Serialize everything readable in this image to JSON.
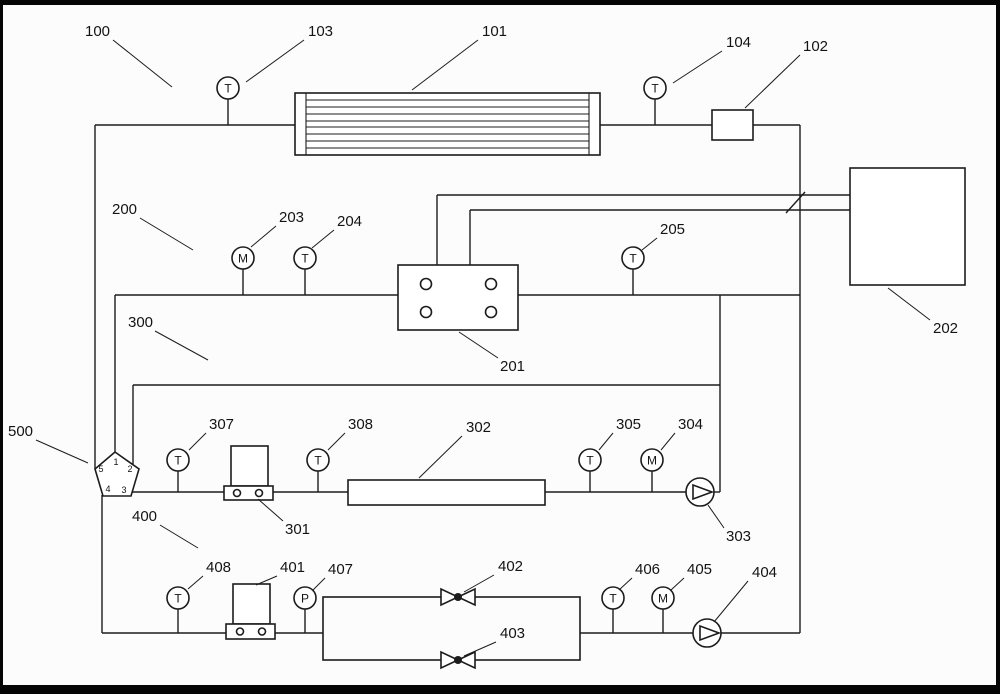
{
  "labels": {
    "100": "100",
    "101": "101",
    "102": "102",
    "103": "103",
    "104": "104",
    "200": "200",
    "201": "201",
    "202": "202",
    "203": "203",
    "204": "204",
    "205": "205",
    "300": "300",
    "301": "301",
    "302": "302",
    "303": "303",
    "304": "304",
    "305": "305",
    "307": "307",
    "308": "308",
    "400": "400",
    "401": "401",
    "402": "402",
    "403": "403",
    "404": "404",
    "405": "405",
    "406": "406",
    "407": "407",
    "408": "408",
    "500": "500"
  },
  "sensors": {
    "103": "T",
    "104": "T",
    "203": "M",
    "204": "T",
    "205": "T",
    "304": "M",
    "305": "T",
    "307": "T",
    "308": "T",
    "405": "M",
    "406": "T",
    "407": "P",
    "408": "T"
  },
  "valve_ports": {
    "1": "1",
    "2": "2",
    "3": "3",
    "4": "4",
    "5": "5"
  },
  "colors": {
    "line": "#1c1c1c",
    "background": "#fcfcfc",
    "fill": "#ffffff",
    "frame": "#050505"
  }
}
